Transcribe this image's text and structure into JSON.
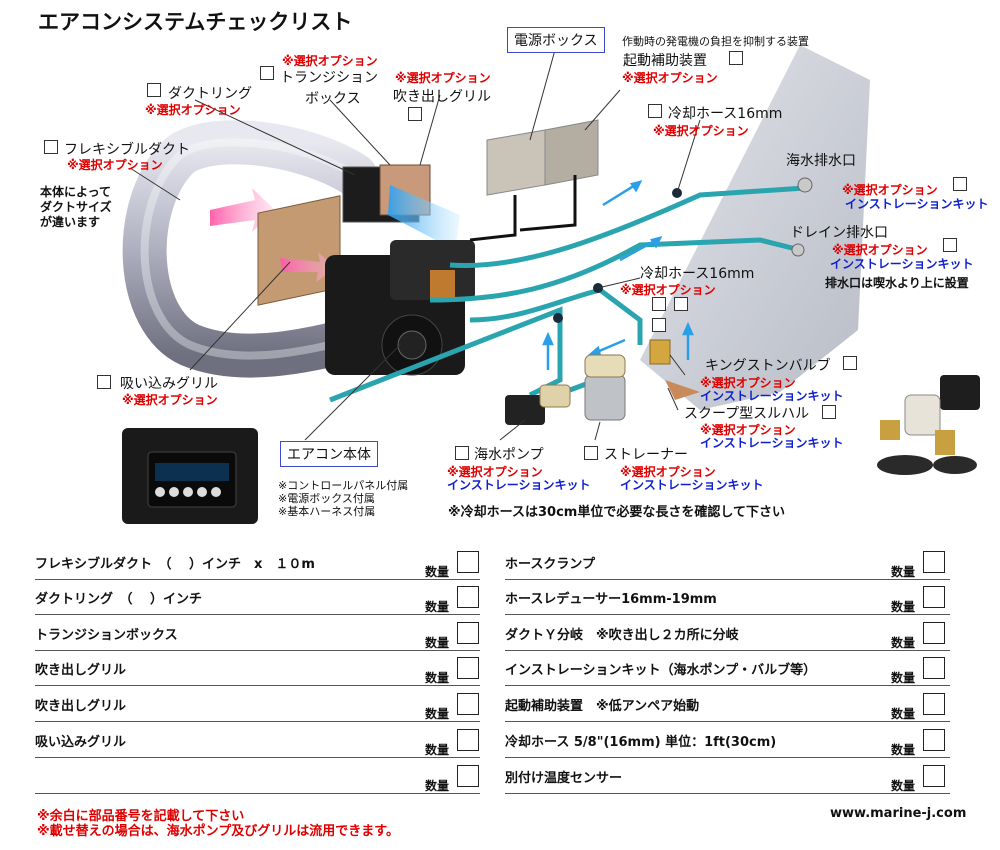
{
  "title": "エアコンシステムチェックリスト",
  "labels": {
    "power_box": "電源ボックス",
    "starter_desc": "作動時の発電機の負担を抑制する装置",
    "starter": "起動補助装置",
    "option": "※選択オプション",
    "install_kit": "インストレーションキット",
    "duct_ring": "ダクトリング",
    "transition_1": "トランジション",
    "transition_2": "ボックス",
    "outlet_grille": "吹き出しグリル",
    "flex_duct": "フレキシブルダクト",
    "duct_note_1": "本体によって",
    "duct_note_2": "ダクトサイズ",
    "duct_note_3": "が違います",
    "cooling_hose_top": "冷却ホース16mm",
    "sea_outlet": "海水排水口",
    "drain_outlet": "ドレイン排水口",
    "drain_note": "排水口は喫水より上に設置",
    "cooling_hose_mid": "冷却ホース16mm",
    "kingston": "キングストンバルブ",
    "scoop": "スクープ型スルハル",
    "intake_grille": "吸い込みグリル",
    "ac_unit": "エアコン本体",
    "panel_note_1": "※コントロールパネル付属",
    "panel_note_2": "※電源ボックス付属",
    "panel_note_3": "※基本ハーネス付属",
    "pump": "海水ポンプ",
    "strainer": "ストレーナー",
    "hose_note": "※冷却ホースは30cm単位で必要な長さを確認して下さい"
  },
  "checklist": {
    "qty_label": "数量",
    "left": [
      "フレキシブルダクト　（　 ）インチ　x　１０m",
      "ダクトリング　（　 ）インチ",
      "トランジションボックス",
      "吹き出しグリル",
      "吹き出しグリル",
      "吸い込みグリル",
      ""
    ],
    "right": [
      "ホースクランプ",
      "ホースレデューサー16mm-19mm",
      "ダクトＹ分岐　※吹き出し２カ所に分岐",
      "インストレーションキット（海水ポンプ・バルブ等）",
      "起動補助装置　※低アンペア始動",
      "冷却ホース 5/8\"(16mm) 単位：1ft(30cm)",
      "別付け温度センサー"
    ]
  },
  "footer": {
    "note1": "※余白に部品番号を記載して下さい",
    "note2": "※載せ替えの場合は、海水ポンプ及びグリルは流用できます。",
    "url": "www.marine-j.com"
  }
}
